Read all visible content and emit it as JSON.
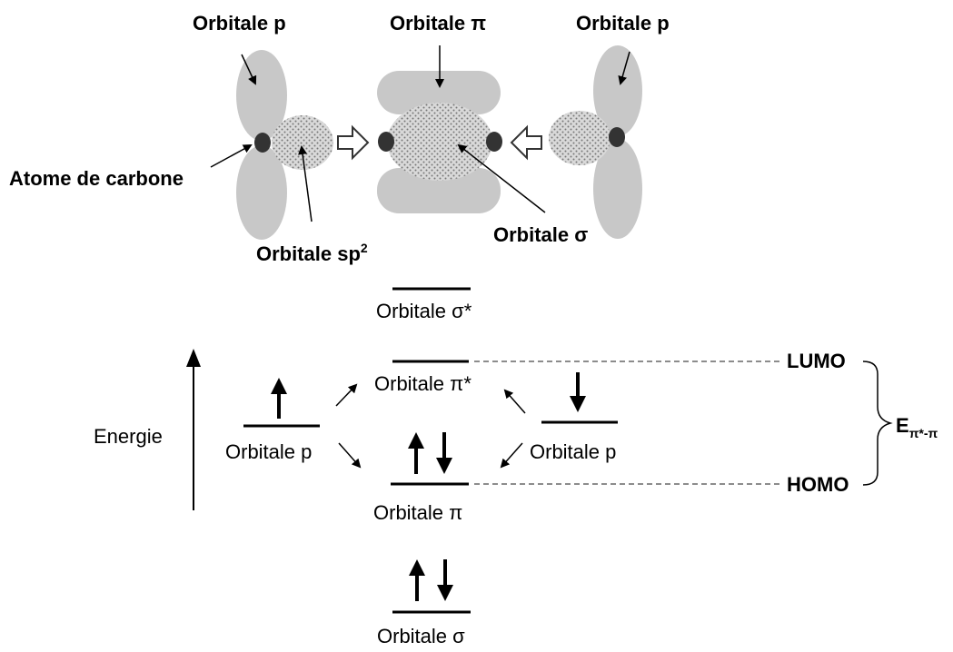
{
  "top": {
    "label_p_left": "Orbitale p",
    "label_pi": "Orbitale π",
    "label_p_right": "Orbitale p",
    "label_carbon": "Atome de carbone",
    "label_sp2": "Orbitale sp",
    "label_sp2_sup": "2",
    "label_sigma": "Orbitale σ"
  },
  "energy": {
    "axis_label": "Energie",
    "sigma_star": "Orbitale σ*",
    "pi_star": "Orbitale π*",
    "p_left": "Orbitale p",
    "p_right": "Orbitale p",
    "pi": "Orbitale π",
    "sigma": "Orbitale σ",
    "lumo": "LUMO",
    "homo": "HOMO",
    "gap_main": "E",
    "gap_sub": "π*-π"
  },
  "colors": {
    "lobe": "#c8c8c8",
    "atom": "#333333",
    "line": "#000000",
    "dashed": "#666666"
  }
}
